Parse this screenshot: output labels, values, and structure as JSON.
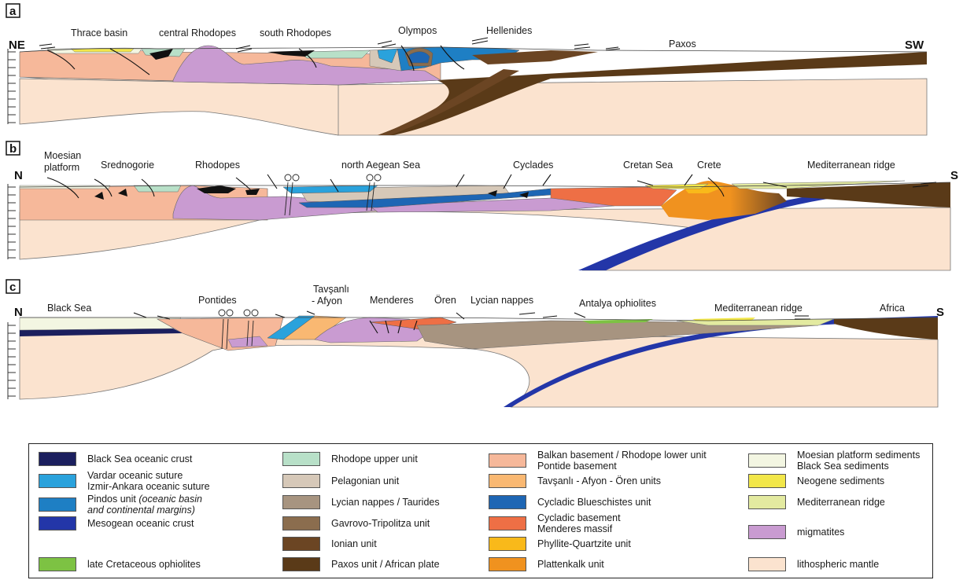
{
  "colors": {
    "mantle": "#fbe3cf",
    "black_sea_crust": "#1b1f5e",
    "vardar": "#2aa2dc",
    "pindos": "#1e7fc4",
    "mesogean": "#2336a8",
    "late_cretaceous_ophiolites": "#7dc243",
    "rhodope_upper": "#b8e0c8",
    "pelagonian": "#d6c8b8",
    "lycian": "#a79480",
    "gavrovo": "#8b6d4e",
    "ionian": "#6b4523",
    "paxos": "#5a3a18",
    "balkan_basement": "#f6b89a",
    "tavsanli": "#f9b872",
    "cycladic_blueschist": "#1e66b4",
    "cycladic_basement": "#ee6f45",
    "phyllite_quartzite": "#f9b91a",
    "plattenkalk": "#f0921f",
    "moesian_sediments": "#f3f6e2",
    "neogene": "#f2e74a",
    "mediterranean_ridge": "#e3eaa0",
    "migmatites": "#c99bd1",
    "black_units": "#111111"
  },
  "panels": [
    {
      "letter": "a",
      "left_end": "NE",
      "right_end": "SW",
      "labels": [
        "Thrace basin",
        "central Rhodopes",
        "south Rhodopes",
        "Olympos",
        "Hellenides",
        "Paxos"
      ]
    },
    {
      "letter": "b",
      "left_end": "N",
      "right_end": "S",
      "labels": [
        "Moesian\nplatform",
        "Srednogorie",
        "Rhodopes",
        "north Aegean Sea",
        "Cyclades",
        "Cretan Sea",
        "Crete",
        "Mediterranean ridge"
      ]
    },
    {
      "letter": "c",
      "left_end": "N",
      "right_end": "S",
      "labels": [
        "Black Sea",
        "Pontides",
        "Tavşanlı\n- Afyon",
        "Menderes",
        "Ören",
        "Lycian nappes",
        "Antalya ophiolites",
        "Mediterranean ridge",
        "Africa"
      ]
    }
  ],
  "legend": [
    {
      "color_key": "black_sea_crust",
      "text": "Black Sea oceanic crust"
    },
    {
      "color_key": "vardar",
      "text": "Vardar oceanic suture\nIzmir-Ankara oceanic suture"
    },
    {
      "color_key": "pindos",
      "text": "Pindos unit",
      "italic_text": "(oceanic basin\nand continental margins)"
    },
    {
      "color_key": "mesogean",
      "text": "Mesogean oceanic crust"
    },
    {
      "color_key": "late_cretaceous_ophiolites",
      "text": "late Cretaceous ophiolites"
    },
    {
      "color_key": "rhodope_upper",
      "text": "Rhodope upper unit"
    },
    {
      "color_key": "pelagonian",
      "text": "Pelagonian unit"
    },
    {
      "color_key": "lycian",
      "text": "Lycian nappes / Taurides"
    },
    {
      "color_key": "gavrovo",
      "text": "Gavrovo-Tripolitza unit"
    },
    {
      "color_key": "ionian",
      "text": "Ionian unit"
    },
    {
      "color_key": "paxos",
      "text": "Paxos unit / African plate"
    },
    {
      "color_key": "balkan_basement",
      "text": "Balkan basement / Rhodope lower unit\nPontide basement"
    },
    {
      "color_key": "tavsanli",
      "text": "Tavşanlı - Afyon - Ören units"
    },
    {
      "color_key": "cycladic_blueschist",
      "text": "Cycladic Blueschistes unit"
    },
    {
      "color_key": "cycladic_basement",
      "text": "Cycladic basement\nMenderes massif"
    },
    {
      "color_key": "phyllite_quartzite",
      "text": "Phyllite-Quartzite unit"
    },
    {
      "color_key": "plattenkalk",
      "text": "Plattenkalk unit"
    },
    {
      "color_key": "moesian_sediments",
      "text": "Moesian platform sediments\nBlack Sea sediments"
    },
    {
      "color_key": "neogene",
      "text": "Neogene sediments"
    },
    {
      "color_key": "mediterranean_ridge",
      "text": "Mediterranean ridge"
    },
    {
      "color_key": "migmatites",
      "text": "migmatites"
    },
    {
      "color_key": "mantle",
      "text": "lithospheric mantle"
    }
  ]
}
